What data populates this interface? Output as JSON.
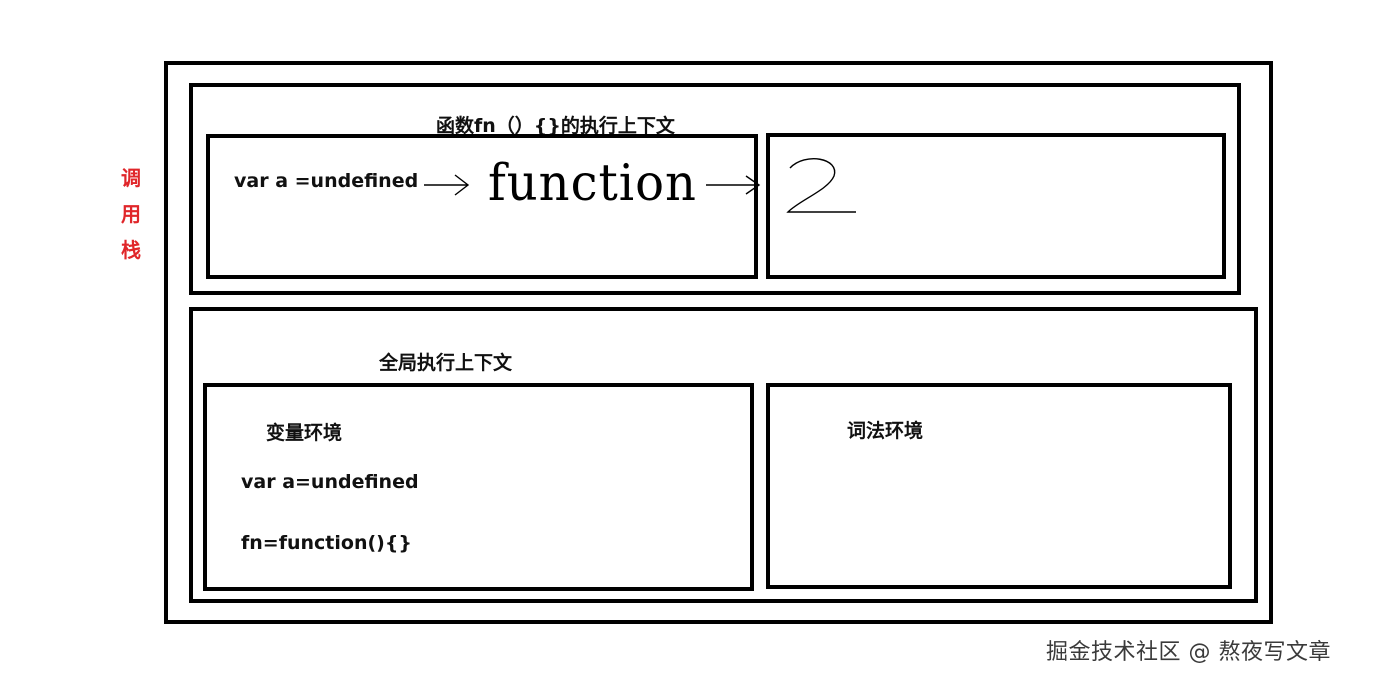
{
  "call_stack_label": [
    "调",
    "用",
    "栈"
  ],
  "function_context": {
    "title": "函数fn（）{}的执行上下文",
    "left_text": "var a =undefined",
    "handwritten_value": "function",
    "handwritten_number": "2"
  },
  "global_context": {
    "title": "全局执行上下文",
    "variable_environment": {
      "title": "变量环境",
      "line1": "var a=undefined",
      "line2": "fn=function(){}"
    },
    "lexical_environment": {
      "title": "词法环境"
    }
  },
  "watermark": "掘金技术社区 @ 熬夜写文章"
}
